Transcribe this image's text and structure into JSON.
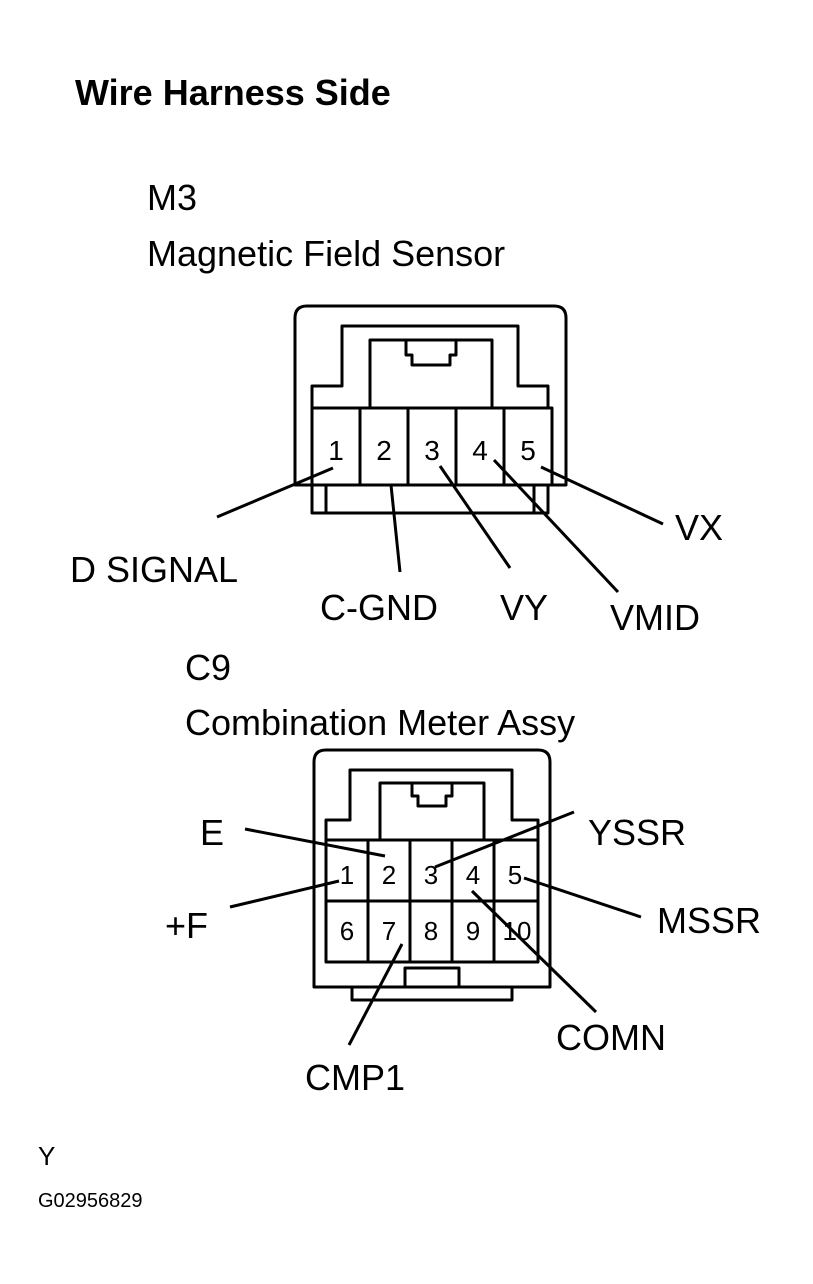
{
  "title": "Wire Harness Side",
  "connectors": [
    {
      "code": "M3",
      "name": "Magnetic Field Sensor",
      "pins": [
        {
          "number": "1",
          "signal": "D SIGNAL"
        },
        {
          "number": "2",
          "signal": "C-GND"
        },
        {
          "number": "3",
          "signal": "VY"
        },
        {
          "number": "4",
          "signal": "VMID"
        },
        {
          "number": "5",
          "signal": "VX"
        }
      ]
    },
    {
      "code": "C9",
      "name": "Combination Meter Assy",
      "pins": [
        {
          "number": "1",
          "signal": "+F"
        },
        {
          "number": "2",
          "signal": "E"
        },
        {
          "number": "3",
          "signal": "YSSR"
        },
        {
          "number": "4",
          "signal": "COMN"
        },
        {
          "number": "5",
          "signal": "MSSR"
        },
        {
          "number": "6",
          "signal": ""
        },
        {
          "number": "7",
          "signal": "CMP1"
        },
        {
          "number": "8",
          "signal": ""
        },
        {
          "number": "9",
          "signal": ""
        },
        {
          "number": "10",
          "signal": ""
        }
      ]
    }
  ],
  "footer": {
    "letter": "Y",
    "figure_id": "G02956829"
  }
}
